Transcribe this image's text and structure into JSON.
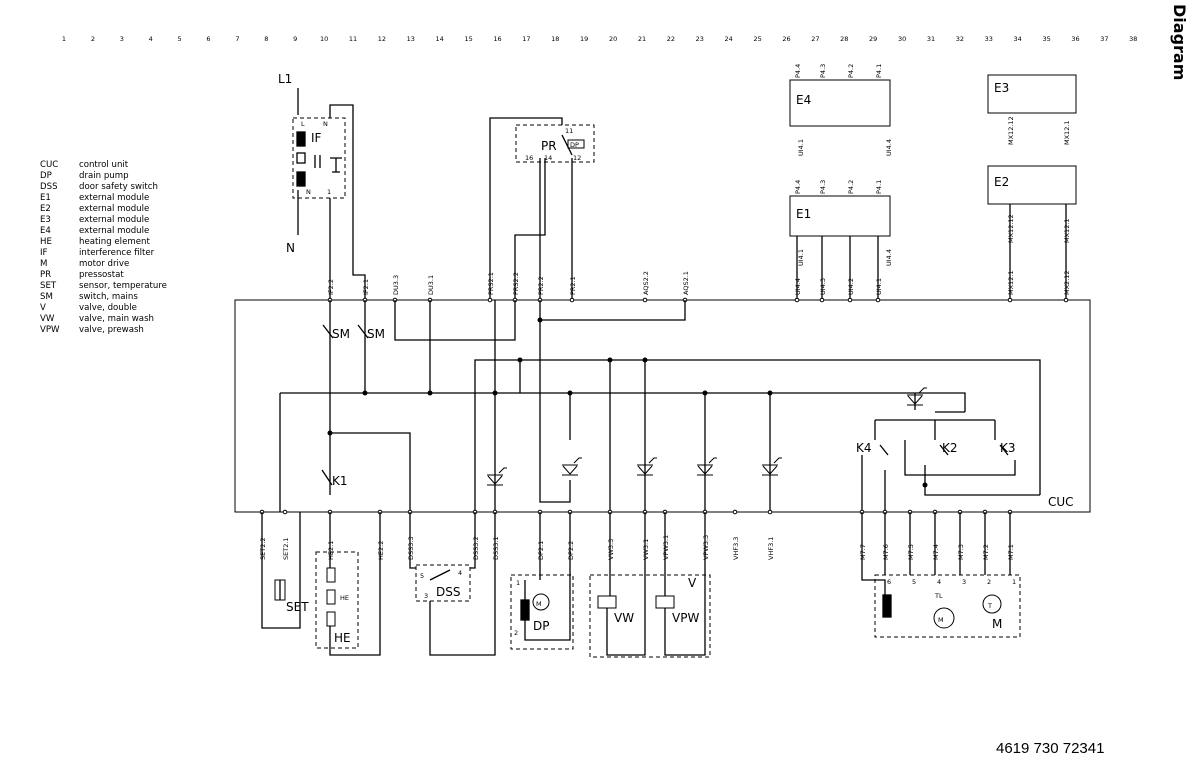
{
  "diagram": {
    "title": "Diagram",
    "document_number": "4619 730 72341",
    "column_numbers": [
      "1",
      "2",
      "3",
      "4",
      "5",
      "6",
      "7",
      "8",
      "9",
      "10",
      "11",
      "12",
      "13",
      "14",
      "15",
      "16",
      "17",
      "18",
      "19",
      "20",
      "21",
      "22",
      "23",
      "24",
      "25",
      "26",
      "27",
      "28",
      "29",
      "30",
      "31",
      "32",
      "33",
      "34",
      "35",
      "36",
      "37",
      "38"
    ],
    "legend": [
      {
        "abbr": "CUC",
        "desc": "control unit"
      },
      {
        "abbr": "DP",
        "desc": "drain pump"
      },
      {
        "abbr": "DSS",
        "desc": "door safety switch"
      },
      {
        "abbr": "E1",
        "desc": "external module"
      },
      {
        "abbr": "E2",
        "desc": "external module"
      },
      {
        "abbr": "E3",
        "desc": "external module"
      },
      {
        "abbr": "E4",
        "desc": "external module"
      },
      {
        "abbr": "HE",
        "desc": "heating element"
      },
      {
        "abbr": "IF",
        "desc": "interference filter"
      },
      {
        "abbr": "M",
        "desc": "motor drive"
      },
      {
        "abbr": "PR",
        "desc": "pressostat"
      },
      {
        "abbr": "SET",
        "desc": "sensor, temperature"
      },
      {
        "abbr": "SM",
        "desc": "switch, mains"
      },
      {
        "abbr": "V",
        "desc": "valve, double"
      },
      {
        "abbr": "VW",
        "desc": "valve, main wash"
      },
      {
        "abbr": "VPW",
        "desc": "valve, prewash"
      }
    ],
    "labels": {
      "L1": "L1",
      "N": "N",
      "IF": "IF",
      "CUC": "CUC",
      "SM1": "SM",
      "SM2": "SM",
      "K1": "K1",
      "K2": "K2",
      "K3": "K3",
      "K4": "K4",
      "SET": "SET",
      "HE": "HE",
      "HE_inner": "HE",
      "DSS": "DSS",
      "DP": "DP",
      "V": "V",
      "VW": "VW",
      "VPW": "VPW",
      "M": "M",
      "TL": "TL",
      "PR": "PR",
      "E1": "E1",
      "E2": "E2",
      "E3": "E3",
      "E4": "E4"
    },
    "top_connectors": [
      "IF2.2",
      "IF2.1",
      "DU3.3",
      "DU3.1",
      "PRS2.1",
      "PRS2.2",
      "PR2.2",
      "PR2.1",
      "AQS2.2",
      "AQS2.1",
      "UI4.4",
      "UI4.3",
      "UI4.2",
      "UI4.1",
      "MX12.1",
      "MX2.12"
    ],
    "bottom_connectors": [
      "SET2.2",
      "SET2.1",
      "HE2.1",
      "HE2.2",
      "DSS3.3",
      "DSS3.2",
      "DSS3.1",
      "DP2.1",
      "DP2.2",
      "VW3.3",
      "VW3.1",
      "VPW3.1",
      "VPW3.3",
      "VHF3.3",
      "VHF3.1",
      "M7.7",
      "M7.6",
      "M7.5",
      "M7.4",
      "M7.3",
      "M7.2",
      "M7.1"
    ],
    "e_top_pins": [
      "P4.4",
      "P4.3",
      "P4.2",
      "P4.1"
    ],
    "e_bottom_pins": [
      "UI4.1",
      "UI4.4"
    ],
    "e3_pins": [
      "MX12.12",
      "MX12.1"
    ],
    "e2_pins": [
      "MX12.12",
      "MX12.1"
    ],
    "pr_pins": [
      "11",
      "16",
      "14",
      "12",
      "DP"
    ],
    "dss_pins": [
      "5",
      "4",
      "3"
    ],
    "dp_pins": [
      "1",
      "2"
    ],
    "motor_pins": [
      "6",
      "5",
      "4",
      "3",
      "2",
      "1"
    ],
    "if_pins": [
      "L",
      "N",
      "N",
      "1"
    ]
  }
}
